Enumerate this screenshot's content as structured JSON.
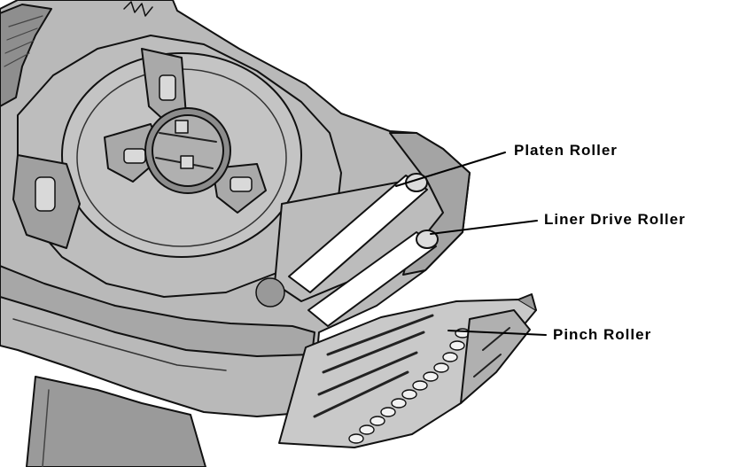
{
  "callouts": {
    "platen": "Platen Roller",
    "liner_drive": "Liner Drive Roller",
    "pinch": "Pinch Roller"
  },
  "colors": {
    "body_gray": "#b9b9b9",
    "dark_gray": "#8e8e8e",
    "mid_gray": "#a7a7a7",
    "roller_white": "#ffffff",
    "outline": "#111111"
  }
}
